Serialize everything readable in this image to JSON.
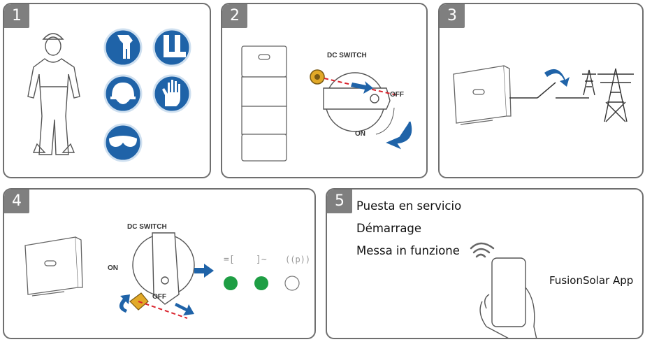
{
  "steps": [
    {
      "number": "1"
    },
    {
      "number": "2",
      "switch_label": "DC SWITCH",
      "on_label": "ON",
      "off_label": "OFF"
    },
    {
      "number": "3"
    },
    {
      "number": "4",
      "switch_label": "DC  SWITCH",
      "on_label": "ON",
      "off_label": "OFF",
      "led_icons": [
        "=[",
        "]~",
        "((p))"
      ],
      "led_colors": [
        "#1e9e44",
        "#1e9e44",
        "#ffffff"
      ]
    },
    {
      "number": "5",
      "lines": [
        "Puesta en servicio",
        "Démarrage",
        "Messa in funzione"
      ],
      "app_label": "FusionSolar App"
    }
  ],
  "colors": {
    "accent_blue": "#1f63a8",
    "led_green": "#1e9e44",
    "danger_red": "#d9232d",
    "badge_gray": "#7f7f7f"
  }
}
